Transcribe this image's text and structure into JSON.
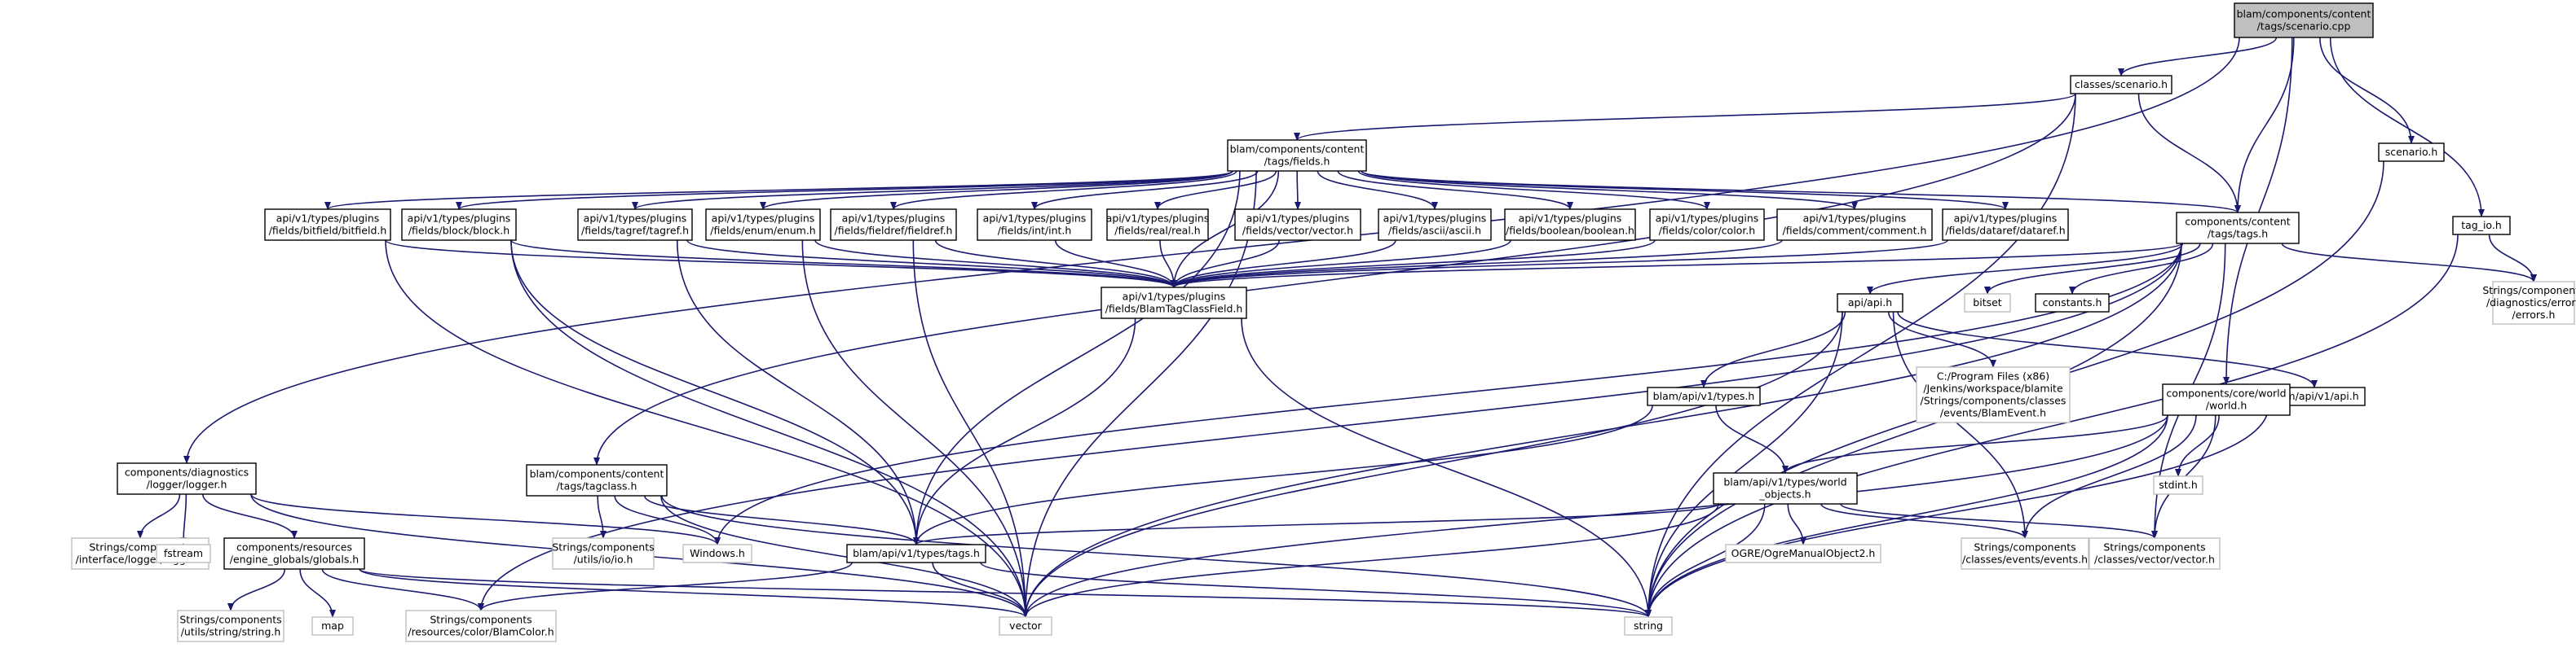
{
  "title": "blam/components/content/tags/scenario.cpp",
  "colors": {
    "edge": "#191970",
    "root_fill": "#bfbfbf",
    "node_border": "#000000",
    "external_border": "#bfbfbf"
  },
  "nodes": [
    {
      "id": "root",
      "lines": [
        "blam/components/content",
        "/tags/scenario.cpp"
      ],
      "kind": "root"
    },
    {
      "id": "classes_scenario",
      "lines": [
        "classes/scenario.h"
      ],
      "kind": "file"
    },
    {
      "id": "scenario_h",
      "lines": [
        "scenario.h"
      ],
      "kind": "file"
    },
    {
      "id": "tag_io",
      "lines": [
        "tag_io.h"
      ],
      "kind": "file"
    },
    {
      "id": "fields",
      "lines": [
        "blam/components/content",
        "/tags/fields.h"
      ],
      "kind": "file"
    },
    {
      "id": "bitfield",
      "lines": [
        "api/v1/types/plugins",
        "/fields/bitfield/bitfield.h"
      ],
      "kind": "file"
    },
    {
      "id": "block",
      "lines": [
        "api/v1/types/plugins",
        "/fields/block/block.h"
      ],
      "kind": "file"
    },
    {
      "id": "tagref",
      "lines": [
        "api/v1/types/plugins",
        "/fields/tagref/tagref.h"
      ],
      "kind": "file"
    },
    {
      "id": "enum",
      "lines": [
        "api/v1/types/plugins",
        "/fields/enum/enum.h"
      ],
      "kind": "file"
    },
    {
      "id": "fieldref",
      "lines": [
        "api/v1/types/plugins",
        "/fields/fieldref/fieldref.h"
      ],
      "kind": "file"
    },
    {
      "id": "int",
      "lines": [
        "api/v1/types/plugins",
        "/fields/int/int.h"
      ],
      "kind": "file"
    },
    {
      "id": "real",
      "lines": [
        "api/v1/types/plugins",
        "/fields/real/real.h"
      ],
      "kind": "file"
    },
    {
      "id": "vectorh",
      "lines": [
        "api/v1/types/plugins",
        "/fields/vector/vector.h"
      ],
      "kind": "file"
    },
    {
      "id": "ascii",
      "lines": [
        "api/v1/types/plugins",
        "/fields/ascii/ascii.h"
      ],
      "kind": "file"
    },
    {
      "id": "boolean",
      "lines": [
        "api/v1/types/plugins",
        "/fields/boolean/boolean.h"
      ],
      "kind": "file"
    },
    {
      "id": "color",
      "lines": [
        "api/v1/types/plugins",
        "/fields/color/color.h"
      ],
      "kind": "file"
    },
    {
      "id": "comment",
      "lines": [
        "api/v1/types/plugins",
        "/fields/comment/comment.h"
      ],
      "kind": "file"
    },
    {
      "id": "dataref",
      "lines": [
        "api/v1/types/plugins",
        "/fields/dataref/dataref.h"
      ],
      "kind": "file"
    },
    {
      "id": "content_tags",
      "lines": [
        "components/content",
        "/tags/tags.h"
      ],
      "kind": "file"
    },
    {
      "id": "errors",
      "lines": [
        "Strings/components",
        "/diagnostics/errors",
        "/errors.h"
      ],
      "kind": "external"
    },
    {
      "id": "blamtagclassfield",
      "lines": [
        "api/v1/types/plugins",
        "/fields/BlamTagClassField.h"
      ],
      "kind": "file"
    },
    {
      "id": "api_h",
      "lines": [
        "api/api.h"
      ],
      "kind": "file"
    },
    {
      "id": "bitset",
      "lines": [
        "bitset"
      ],
      "kind": "external"
    },
    {
      "id": "constants",
      "lines": [
        "constants.h"
      ],
      "kind": "file"
    },
    {
      "id": "blamevent",
      "lines": [
        "C:/Program Files (x86)",
        "/Jenkins/workspace/blamite",
        "/Strings/components/classes",
        "/events/BlamEvent.h"
      ],
      "kind": "external"
    },
    {
      "id": "types_h",
      "lines": [
        "blam/api/v1/types.h"
      ],
      "kind": "file"
    },
    {
      "id": "v1api",
      "lines": [
        "blam/api/v1/api.h"
      ],
      "kind": "file"
    },
    {
      "id": "world",
      "lines": [
        "components/core/world",
        "/world.h"
      ],
      "kind": "file"
    },
    {
      "id": "logger",
      "lines": [
        "components/diagnostics",
        "/logger/logger.h"
      ],
      "kind": "file"
    },
    {
      "id": "tagclass",
      "lines": [
        "blam/components/content",
        "/tags/tagclass.h"
      ],
      "kind": "file"
    },
    {
      "id": "world_objects",
      "lines": [
        "blam/api/v1/types/world",
        "_objects.h"
      ],
      "kind": "file"
    },
    {
      "id": "stdint",
      "lines": [
        "stdint.h"
      ],
      "kind": "external"
    },
    {
      "id": "logger_iface",
      "lines": [
        "Strings/components",
        "/interface/logger/logger.h"
      ],
      "kind": "external"
    },
    {
      "id": "fstream",
      "lines": [
        "fstream"
      ],
      "kind": "external"
    },
    {
      "id": "globals",
      "lines": [
        "components/resources",
        "/engine_globals/globals.h"
      ],
      "kind": "file"
    },
    {
      "id": "io",
      "lines": [
        "Strings/components",
        "/utils/io/io.h"
      ],
      "kind": "external"
    },
    {
      "id": "windows",
      "lines": [
        "Windows.h"
      ],
      "kind": "external"
    },
    {
      "id": "api_tags",
      "lines": [
        "blam/api/v1/types/tags.h"
      ],
      "kind": "file"
    },
    {
      "id": "ogre",
      "lines": [
        "OGRE/OgreManualObject2.h"
      ],
      "kind": "external"
    },
    {
      "id": "events",
      "lines": [
        "Strings/components",
        "/classes/events/events.h"
      ],
      "kind": "external"
    },
    {
      "id": "vector_cls",
      "lines": [
        "Strings/components",
        "/classes/vector/vector.h"
      ],
      "kind": "external"
    },
    {
      "id": "string_util",
      "lines": [
        "Strings/components",
        "/utils/string/string.h"
      ],
      "kind": "external"
    },
    {
      "id": "map",
      "lines": [
        "map"
      ],
      "kind": "external"
    },
    {
      "id": "blamcolor",
      "lines": [
        "Strings/components",
        "/resources/color/BlamColor.h"
      ],
      "kind": "external"
    },
    {
      "id": "vector",
      "lines": [
        "vector"
      ],
      "kind": "external"
    },
    {
      "id": "string",
      "lines": [
        "string"
      ],
      "kind": "external"
    }
  ],
  "edges": [
    [
      "root",
      "classes_scenario"
    ],
    [
      "root",
      "scenario_h"
    ],
    [
      "root",
      "tag_io"
    ],
    [
      "root",
      "content_tags"
    ],
    [
      "root",
      "world"
    ],
    [
      "root",
      "logger"
    ],
    [
      "classes_scenario",
      "fields"
    ],
    [
      "classes_scenario",
      "content_tags"
    ],
    [
      "classes_scenario",
      "tagclass"
    ],
    [
      "classes_scenario",
      "string"
    ],
    [
      "scenario_h",
      "string"
    ],
    [
      "tag_io",
      "errors"
    ],
    [
      "tag_io",
      "string"
    ],
    [
      "fields",
      "bitfield"
    ],
    [
      "fields",
      "block"
    ],
    [
      "fields",
      "tagref"
    ],
    [
      "fields",
      "enum"
    ],
    [
      "fields",
      "fieldref"
    ],
    [
      "fields",
      "int"
    ],
    [
      "fields",
      "real"
    ],
    [
      "fields",
      "vectorh"
    ],
    [
      "fields",
      "ascii"
    ],
    [
      "fields",
      "boolean"
    ],
    [
      "fields",
      "color"
    ],
    [
      "fields",
      "comment"
    ],
    [
      "fields",
      "dataref"
    ],
    [
      "fields",
      "content_tags"
    ],
    [
      "fields",
      "blamtagclassfield"
    ],
    [
      "fields",
      "api_tags"
    ],
    [
      "fields",
      "vector"
    ],
    [
      "bitfield",
      "blamtagclassfield"
    ],
    [
      "bitfield",
      "vector"
    ],
    [
      "block",
      "blamtagclassfield"
    ],
    [
      "block",
      "vector"
    ],
    [
      "block",
      "api_tags"
    ],
    [
      "tagref",
      "blamtagclassfield"
    ],
    [
      "tagref",
      "api_tags"
    ],
    [
      "enum",
      "blamtagclassfield"
    ],
    [
      "enum",
      "vector"
    ],
    [
      "fieldref",
      "blamtagclassfield"
    ],
    [
      "fieldref",
      "vector"
    ],
    [
      "int",
      "blamtagclassfield"
    ],
    [
      "real",
      "blamtagclassfield"
    ],
    [
      "vectorh",
      "blamtagclassfield"
    ],
    [
      "ascii",
      "blamtagclassfield"
    ],
    [
      "boolean",
      "blamtagclassfield"
    ],
    [
      "color",
      "blamtagclassfield"
    ],
    [
      "comment",
      "blamtagclassfield"
    ],
    [
      "dataref",
      "blamtagclassfield"
    ],
    [
      "content_tags",
      "blamtagclassfield"
    ],
    [
      "content_tags",
      "errors"
    ],
    [
      "content_tags",
      "api_h"
    ],
    [
      "content_tags",
      "bitset"
    ],
    [
      "content_tags",
      "constants"
    ],
    [
      "content_tags",
      "windows"
    ],
    [
      "content_tags",
      "vector_cls"
    ],
    [
      "content_tags",
      "string"
    ],
    [
      "content_tags",
      "vector"
    ],
    [
      "content_tags",
      "blamcolor"
    ],
    [
      "blamtagclassfield",
      "api_tags"
    ],
    [
      "blamtagclassfield",
      "string"
    ],
    [
      "api_h",
      "blamevent"
    ],
    [
      "api_h",
      "types_h"
    ],
    [
      "api_h",
      "v1api"
    ],
    [
      "api_h",
      "events"
    ],
    [
      "api_h",
      "string"
    ],
    [
      "api_h",
      "vector"
    ],
    [
      "types_h",
      "world_objects"
    ],
    [
      "types_h",
      "api_tags"
    ],
    [
      "v1api",
      "string"
    ],
    [
      "world",
      "world_objects"
    ],
    [
      "world",
      "stdint"
    ],
    [
      "world",
      "events"
    ],
    [
      "world",
      "vector_cls"
    ],
    [
      "world",
      "string"
    ],
    [
      "world",
      "vector"
    ],
    [
      "logger",
      "logger_iface"
    ],
    [
      "logger",
      "fstream"
    ],
    [
      "logger",
      "globals"
    ],
    [
      "logger",
      "windows"
    ],
    [
      "logger",
      "vector"
    ],
    [
      "tagclass",
      "io"
    ],
    [
      "tagclass",
      "windows"
    ],
    [
      "tagclass",
      "api_tags"
    ],
    [
      "tagclass",
      "vector"
    ],
    [
      "tagclass",
      "string"
    ],
    [
      "world_objects",
      "api_tags"
    ],
    [
      "world_objects",
      "ogre"
    ],
    [
      "world_objects",
      "events"
    ],
    [
      "world_objects",
      "vector_cls"
    ],
    [
      "world_objects",
      "string"
    ],
    [
      "world_objects",
      "vector"
    ],
    [
      "globals",
      "string_util"
    ],
    [
      "globals",
      "map"
    ],
    [
      "globals",
      "blamcolor"
    ],
    [
      "globals",
      "vector"
    ],
    [
      "globals",
      "string"
    ],
    [
      "api_tags",
      "blamcolor"
    ],
    [
      "api_tags",
      "vector"
    ],
    [
      "api_tags",
      "string"
    ]
  ]
}
